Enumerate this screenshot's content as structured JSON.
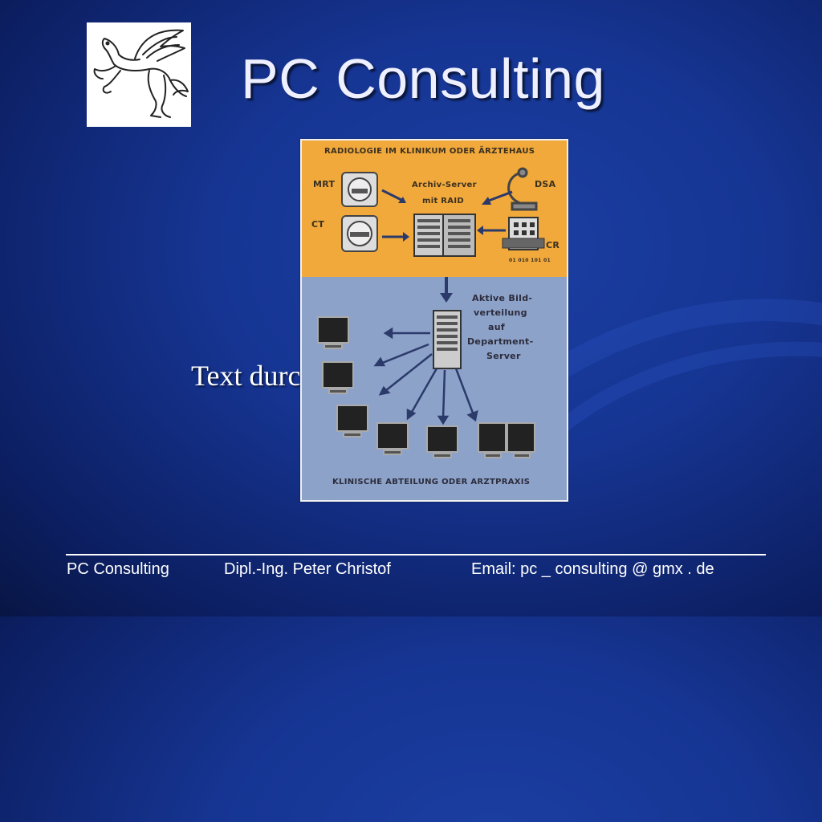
{
  "slide": {
    "title": "PC Consulting",
    "body_text": "Text durch Klicken hinzufügen"
  },
  "figure": {
    "top_heading": "Radiologie im Klinikum oder Ärztehaus",
    "bottom_heading": "Klinische Abteilung oder Arztpraxis",
    "server_label_1": "Archiv-Server",
    "server_label_2": "mit RAID",
    "mrt": "MRT",
    "ct": "CT",
    "dsa": "DSA",
    "cr": "CR",
    "cr_code": "01 010 101 01",
    "dept_1": "Aktive Bild-",
    "dept_2": "verteilung",
    "dept_3": "auf",
    "dept_4": "Department-",
    "dept_5": "Server"
  },
  "footer": {
    "company": "PC Consulting",
    "name": "Dipl.-Ing. Peter Christof",
    "email": "Email: pc _ consulting @ gmx . de"
  },
  "colors": {
    "background": "#163593",
    "figure_top": "#f2a93b",
    "figure_bottom": "#8da2c9"
  }
}
